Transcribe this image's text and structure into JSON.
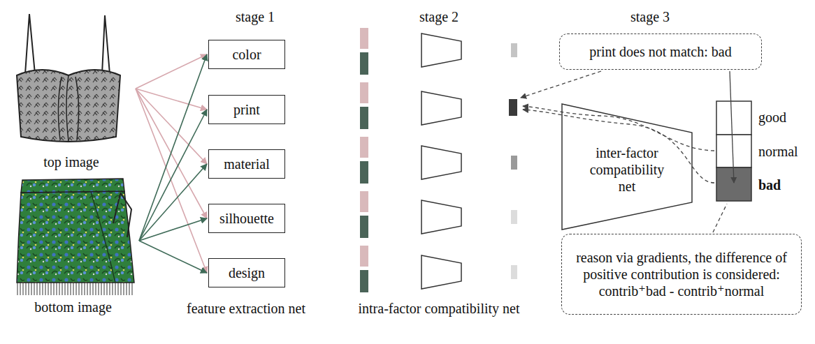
{
  "diagram": {
    "nodes": [
      {
        "text": [
          "top image"
        ]
      },
      {
        "text": [
          "bottom image"
        ]
      },
      {
        "text": [
          "color"
        ]
      },
      {
        "text": [
          "print"
        ]
      },
      {
        "text": [
          "material"
        ]
      },
      {
        "text": [
          "silhouette"
        ]
      },
      {
        "text": [
          "design"
        ]
      },
      {
        "text": [
          "print does not match: bad"
        ]
      },
      {
        "text": [
          "inter-factor compatibility net"
        ]
      },
      {
        "text": [
          "reason via gradients, the difference of positive contribution is considered:",
          "contrib⁺bad - contrib⁺normal"
        ]
      }
    ],
    "edges": [
      {
        "from": 0,
        "to": 2,
        "arrow": "to"
      },
      {
        "from": 0,
        "to": 3,
        "arrow": "to"
      },
      {
        "from": 0,
        "to": 4,
        "arrow": "to"
      },
      {
        "from": 0,
        "to": 5,
        "arrow": "to"
      },
      {
        "from": 0,
        "to": 6,
        "arrow": "to"
      },
      {
        "from": 1,
        "to": 2,
        "arrow": "to"
      },
      {
        "from": 1,
        "to": 3,
        "arrow": "to"
      },
      {
        "from": 1,
        "to": 4,
        "arrow": "to"
      },
      {
        "from": 1,
        "to": 5,
        "arrow": "to"
      },
      {
        "from": 1,
        "to": 6,
        "arrow": "to"
      }
    ],
    "labels": [
      "stage 1",
      "stage 2",
      "stage 3",
      "feature extraction net",
      "intra-factor compatibility net",
      "good",
      "normal",
      "bad"
    ]
  }
}
